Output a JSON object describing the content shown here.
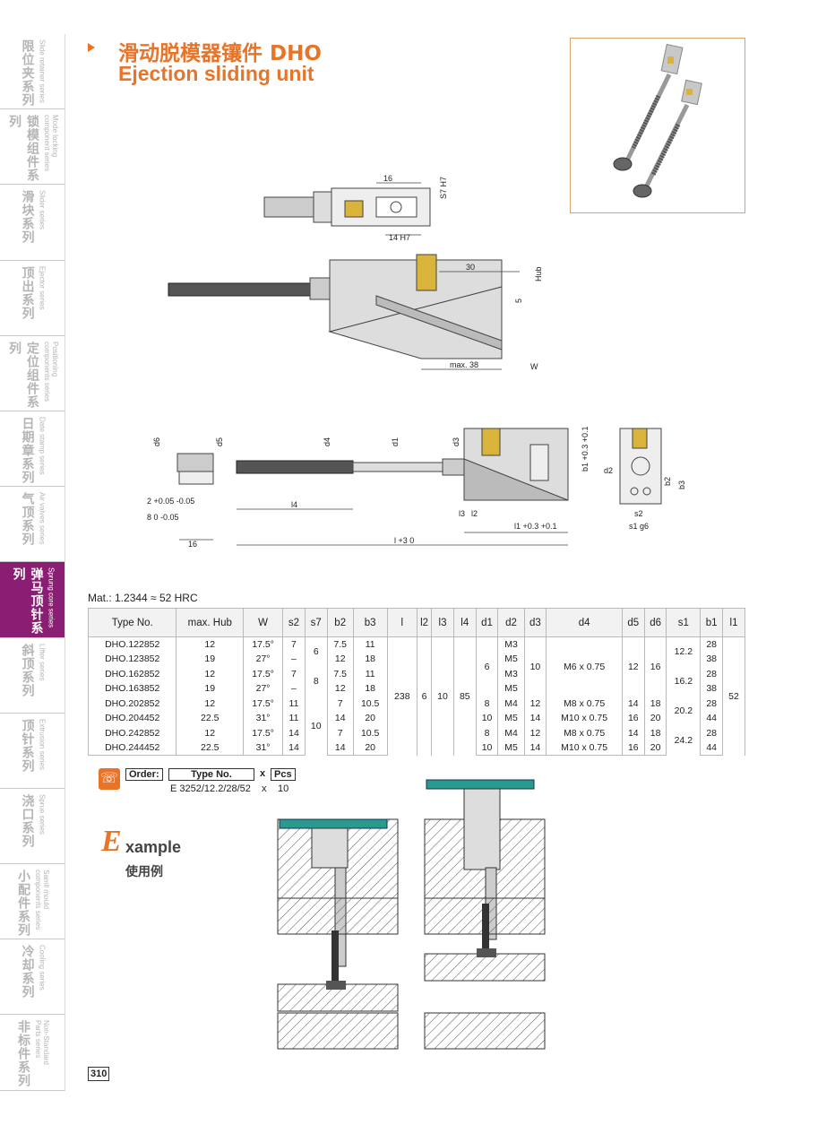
{
  "sidebar": [
    {
      "cn": "限位夹系列",
      "en": "Slide retainer series",
      "active": false
    },
    {
      "cn": "锁模组件系列",
      "en": "Mode locking\ncomponent series",
      "active": false
    },
    {
      "cn": "滑块系列",
      "en": "Slider series",
      "active": false
    },
    {
      "cn": "顶出系列",
      "en": "Ejector series",
      "active": false
    },
    {
      "cn": "定位组件系列",
      "en": "Positioning\ncomponents series",
      "active": false
    },
    {
      "cn": "日期章系列",
      "en": "Date stamp series",
      "active": false
    },
    {
      "cn": "气顶系列",
      "en": "Air valves series",
      "active": false
    },
    {
      "cn": "弹马顶针系列",
      "en": "Sprung core series",
      "active": true
    },
    {
      "cn": "斜顶系列",
      "en": "Lifter series",
      "active": false
    },
    {
      "cn": "顶针系列",
      "en": "Extrusion series",
      "active": false
    },
    {
      "cn": "浇口系列",
      "en": "Sprue series",
      "active": false
    },
    {
      "cn": "小配件系列",
      "en": "Samll mould\ncomponents series",
      "active": false
    },
    {
      "cn": "冷却系列",
      "en": "Cooling series",
      "active": false
    },
    {
      "cn": "非标件系列",
      "en": "Non-Standard\nParts series",
      "active": false
    }
  ],
  "header": {
    "title_cn": "滑动脱模器镶件 DHO",
    "title_en": "Ejection sliding unit"
  },
  "drawing_labels": {
    "d16": "16",
    "s7": "S7 H7",
    "d14": "14 H7",
    "d30": "30",
    "hub": "Hub",
    "d5": "5",
    "max38": "max. 38",
    "w": "W",
    "d6": "d6",
    "d5l": "d5",
    "d4": "d4",
    "d1": "d1",
    "d3": "d3",
    "b1": "b1 +0.3 +0.1",
    "l4": "l4",
    "l3": "l3",
    "l2": "l2",
    "l1": "l1 +0.3 +0.1",
    "l": "l +3 0",
    "two": "2 +0.05 -0.05",
    "eight": "8 0 -0.05",
    "sixteen": "16",
    "d2": "d2",
    "b2": "b2",
    "b3": "b3",
    "s2": "s2",
    "s1": "s1 g6"
  },
  "material": "Mat.: 1.2344 ≈ 52 HRC",
  "table": {
    "headers": [
      "Type No.",
      "max. Hub",
      "W",
      "s2",
      "s7",
      "b2",
      "b3",
      "l",
      "l2",
      "l3",
      "l4",
      "d1",
      "d2",
      "d3",
      "d4",
      "d5",
      "d6",
      "s1",
      "b1",
      "l1"
    ],
    "rows": [
      {
        "type": "DHO.122852",
        "hub": "12",
        "w": "17.5°",
        "s2": "7",
        "b2": "7.5",
        "b3": "11",
        "d2": "M3",
        "b1": "28"
      },
      {
        "type": "DHO.123852",
        "hub": "19",
        "w": "27°",
        "s2": "–",
        "b2": "12",
        "b3": "18",
        "d2": "M5",
        "b1": "38"
      },
      {
        "type": "DHO.162852",
        "hub": "12",
        "w": "17.5°",
        "s2": "7",
        "b2": "7.5",
        "b3": "11",
        "d2": "M3",
        "b1": "28"
      },
      {
        "type": "DHO.163852",
        "hub": "19",
        "w": "27°",
        "s2": "–",
        "b2": "12",
        "b3": "18",
        "d2": "M5",
        "b1": "38"
      },
      {
        "type": "DHO.202852",
        "hub": "12",
        "w": "17.5°",
        "s2": "11",
        "b2": "7",
        "b3": "10.5",
        "d2": "M4",
        "b1": "28"
      },
      {
        "type": "DHO.204452",
        "hub": "22.5",
        "w": "31°",
        "s2": "11",
        "b2": "14",
        "b3": "20",
        "d2": "M5",
        "b1": "44"
      },
      {
        "type": "DHO.242852",
        "hub": "12",
        "w": "17.5°",
        "s2": "14",
        "b2": "7",
        "b3": "10.5",
        "d2": "M4",
        "b1": "28"
      },
      {
        "type": "DHO.244452",
        "hub": "22.5",
        "w": "31°",
        "s2": "14",
        "b2": "14",
        "b3": "20",
        "d2": "M5",
        "b1": "44"
      }
    ],
    "merged": {
      "s7": [
        "6",
        "8",
        "10"
      ],
      "l": "238",
      "l2": "6",
      "l3": "10",
      "l4": "85",
      "d1": [
        "6",
        "8",
        "10",
        "8",
        "10"
      ],
      "d3": [
        "10",
        "12",
        "14",
        "12",
        "14"
      ],
      "d4": [
        "M6 x 0.75",
        "M8 x 0.75",
        "M10 x 0.75",
        "M8 x 0.75",
        "M10 x 0.75"
      ],
      "d5": [
        "12",
        "14",
        "16",
        "14",
        "16"
      ],
      "d6": [
        "16",
        "18",
        "20",
        "18",
        "20"
      ],
      "s1": [
        "12.2",
        "16.2",
        "20.2",
        "24.2"
      ],
      "l1": "52"
    }
  },
  "order": {
    "label": "Order:",
    "type_label": "Type No.",
    "x": "x",
    "pcs": "Pcs",
    "code": "E 3252/12.2/28/52",
    "qty": "10"
  },
  "example": {
    "big": "E",
    "rest": "xample",
    "cn": "使用例"
  },
  "page_number": "310",
  "colors": {
    "accent": "#e8742a",
    "active_sidebar": "#8a1e73",
    "brass": "#d9b33a",
    "teal": "#2a9a8e"
  }
}
